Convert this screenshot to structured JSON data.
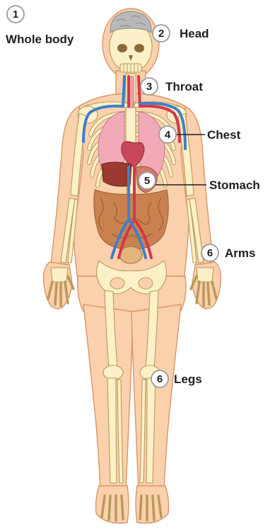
{
  "labels": [
    {
      "number": "1",
      "text": "Whole body"
    },
    {
      "number": "2",
      "text": "Head"
    },
    {
      "number": "3",
      "text": "Throat"
    },
    {
      "number": "4",
      "text": "Chest"
    },
    {
      "number": "5",
      "text": "Stomach"
    },
    {
      "number": "6",
      "text": "Arms"
    },
    {
      "number": "6",
      "text": "Legs"
    }
  ],
  "colors": {
    "skin": "#fbd0ac",
    "bone": "#fbf0c8",
    "vein": "#3f7fc8",
    "artery": "#d3384a",
    "lung": "#f2a9b8",
    "brain": "#b8b8b8",
    "intestine": "#c9824f"
  }
}
